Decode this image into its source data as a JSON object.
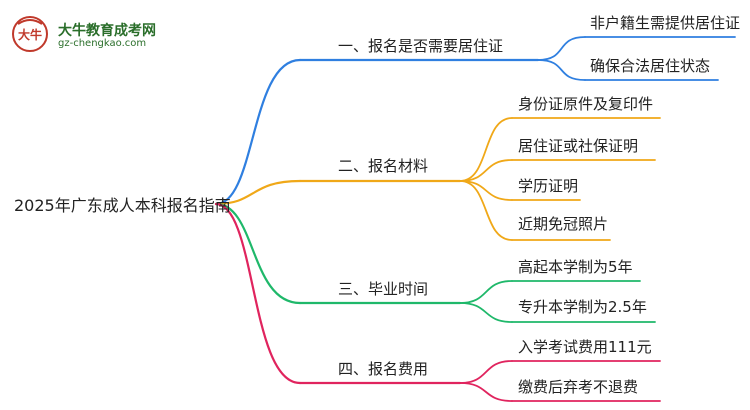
{
  "logo": {
    "name": "大牛教育成考网",
    "url": "gz-chengkao.com",
    "icon_text": "大牛"
  },
  "mindmap": {
    "root": "2025年广东成人本科报名指南",
    "branches": [
      {
        "label": "一、报名是否需要居住证",
        "color": "#2f7fe0",
        "children": [
          "非户籍生需提供居住证",
          "确保合法居住状态"
        ]
      },
      {
        "label": "二、报名材料",
        "color": "#f0a818",
        "children": [
          "身份证原件及复印件",
          "居住证或社保证明",
          "学历证明",
          "近期免冠照片"
        ]
      },
      {
        "label": "三、毕业时间",
        "color": "#1fb86a",
        "children": [
          "高起本学制为5年",
          "专升本学制为2.5年"
        ]
      },
      {
        "label": "四、报名费用",
        "color": "#e0245e",
        "children": [
          "入学考试费用111元",
          "缴费后弃考不退费"
        ]
      }
    ]
  }
}
